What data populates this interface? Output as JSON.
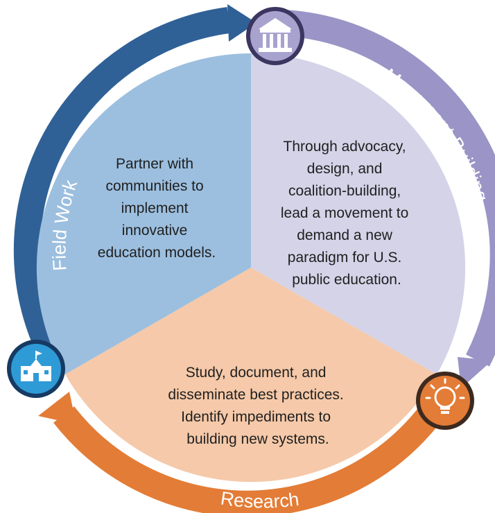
{
  "cycle": {
    "segments": [
      {
        "id": "field-work",
        "arc_label": "Field Work",
        "arc_color": "#2f6196",
        "fill_color": "#9cbfdf",
        "lines": [
          "Partner with",
          "communities to",
          "implement",
          "innovative",
          "education models."
        ],
        "icon": "school-building-icon"
      },
      {
        "id": "movement-building",
        "arc_label": "Movement Building",
        "arc_color": "#9a95c6",
        "fill_color": "#d4d3e8",
        "lines": [
          "Through advocacy,",
          "design, and",
          "coalition-building,",
          "lead a movement to",
          "demand a new",
          "paradigm for U.S.",
          "public education."
        ],
        "icon": "government-building-icon"
      },
      {
        "id": "research",
        "arc_label": "Research",
        "arc_color": "#e37c36",
        "fill_color": "#f5c9a9",
        "lines": [
          "Study, document, and",
          "disseminate best practices.",
          "Identify impediments to",
          "building new systems."
        ],
        "icon": "lightbulb-icon"
      }
    ]
  }
}
